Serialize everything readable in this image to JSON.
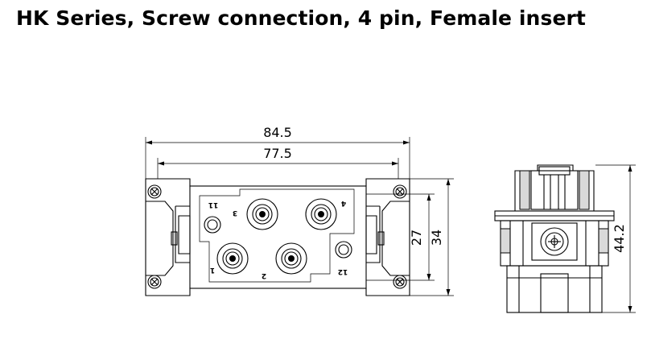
{
  "title": "HK Series, Screw connection, 4 pin, Female insert",
  "dimensions": {
    "width_outer": "84.5",
    "width_inner": "77.5",
    "height_inner": "27",
    "height_outer": "34",
    "side_height": "44.2"
  },
  "pin_labels": {
    "p1": "1",
    "p2": "2",
    "p3": "3",
    "p4": "4",
    "p11": "11",
    "p12": "12"
  }
}
